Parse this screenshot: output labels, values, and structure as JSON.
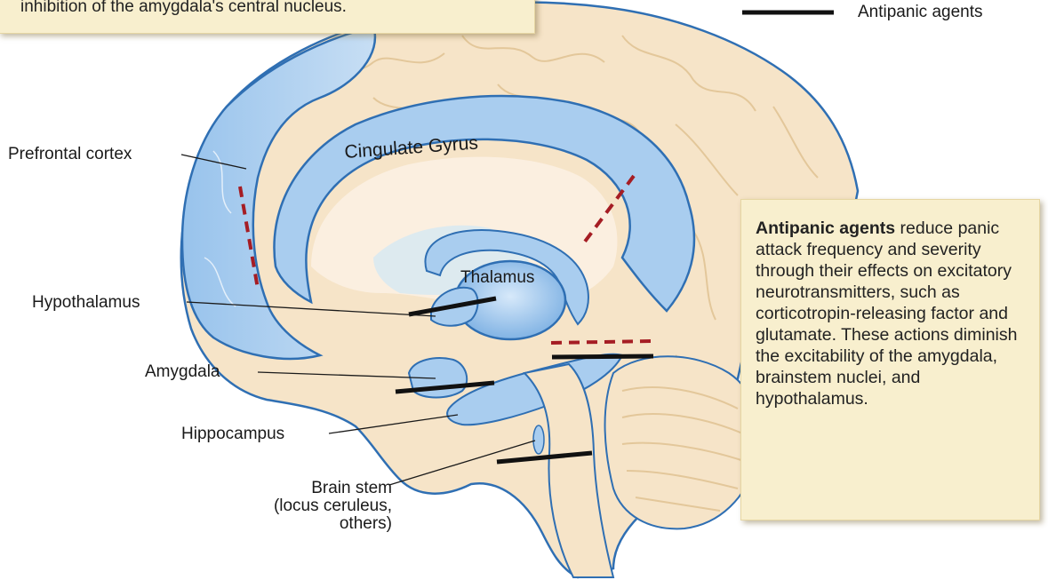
{
  "top_note": {
    "text": "inhibition of the amygdala's central nucleus."
  },
  "legend": {
    "label": "Antipanic agents"
  },
  "labels": {
    "prefrontal_cortex": "Prefrontal cortex",
    "hypothalamus": "Hypothalamus",
    "amygdala": "Amygdala",
    "hippocampus": "Hippocampus",
    "brain_stem_line1": "Brain stem",
    "brain_stem_line2": "(locus ceruleus,",
    "brain_stem_line3": "others)",
    "cingulate_gyrus": "Cingulate Gyrus",
    "thalamus": "Thalamus"
  },
  "info_box": {
    "title": "Antipanic agents",
    "body": " reduce panic attack frequency and severity through their effects on excitatory neurotransmitters, such as corticotropin-releasing factor and glutamate. These actions diminish the excitability of the amygdala, brainstem nuclei, and hypothalamus."
  },
  "colors": {
    "brain_fill": "#f6e4c8",
    "limbic_blue": "#a9cdef",
    "outline_blue": "#2f6fb3",
    "callout_bg": "#f8efce",
    "dashed_red": "#a51d24",
    "solid_black": "#111111"
  }
}
